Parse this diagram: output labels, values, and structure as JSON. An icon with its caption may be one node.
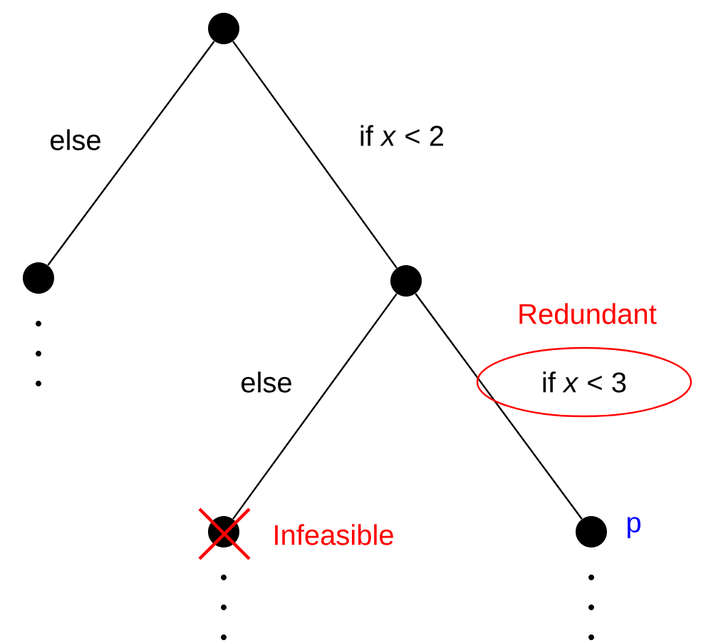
{
  "diagram": {
    "nodes": [
      {
        "text": [],
        "shape": "circle"
      },
      {
        "text": [],
        "shape": "circle"
      },
      {
        "text": [],
        "shape": "circle"
      },
      {
        "text": [],
        "shape": "circle",
        "beside": [
          "Infeasible"
        ]
      },
      {
        "text": [],
        "shape": "circle",
        "beside": [
          "p"
        ]
      }
    ],
    "edges": [
      {
        "from": 0,
        "to": 1,
        "arrow": "none",
        "label": "else"
      },
      {
        "from": 0,
        "to": 2,
        "arrow": "none",
        "label": "if *x* < 2"
      },
      {
        "from": 2,
        "to": 3,
        "arrow": "none",
        "label": "else"
      },
      {
        "from": 2,
        "to": 4,
        "arrow": "none",
        "label": "if *x* < 3"
      }
    ],
    "labels": [
      "Redundant"
    ]
  }
}
